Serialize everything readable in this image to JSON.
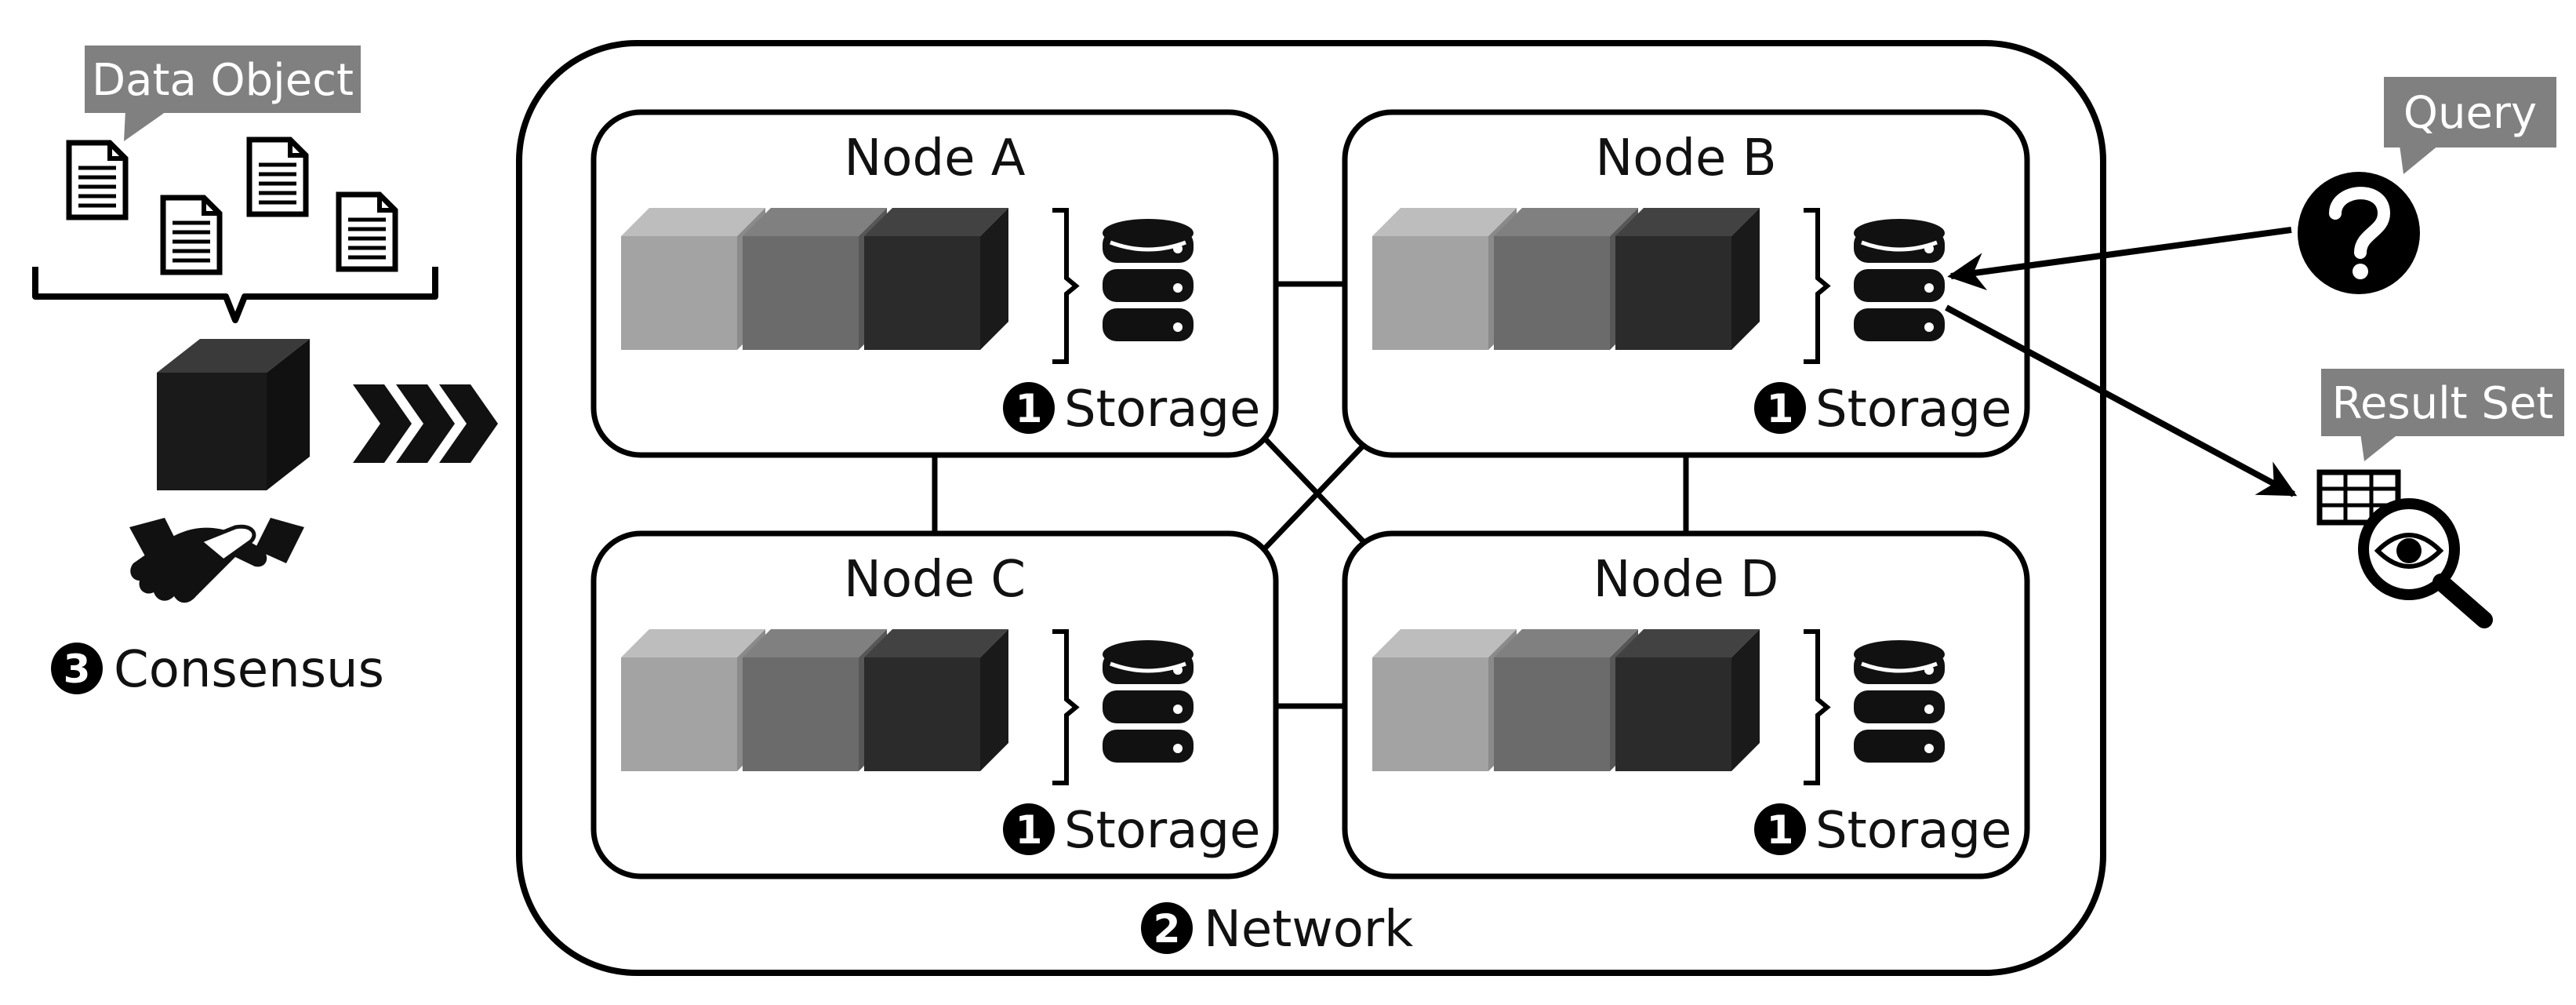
{
  "colors": {
    "line": "#000000",
    "tag_bg": "#808080",
    "block_light": "#9e9e9e",
    "block_mid": "#6a6a6a",
    "block_dark": "#2e2e2e"
  },
  "left": {
    "data_object_label": "Data Object",
    "consensus_number": "3",
    "consensus_label": "Consensus",
    "document_icon": "document-icon",
    "block_icon": "cube-icon",
    "handshake_icon": "handshake-icon",
    "chevrons_icon": "triple-chevron-icon"
  },
  "network": {
    "number": "2",
    "label": "Network",
    "nodes": [
      {
        "title": "Node A",
        "storage_number": "1",
        "storage_label": "Storage"
      },
      {
        "title": "Node B",
        "storage_number": "1",
        "storage_label": "Storage"
      },
      {
        "title": "Node C",
        "storage_number": "1",
        "storage_label": "Storage"
      },
      {
        "title": "Node D",
        "storage_number": "1",
        "storage_label": "Storage"
      }
    ]
  },
  "right": {
    "query_label": "Query",
    "query_icon": "question-icon",
    "result_label": "Result Set",
    "result_icon": "table-magnifier-icon"
  }
}
